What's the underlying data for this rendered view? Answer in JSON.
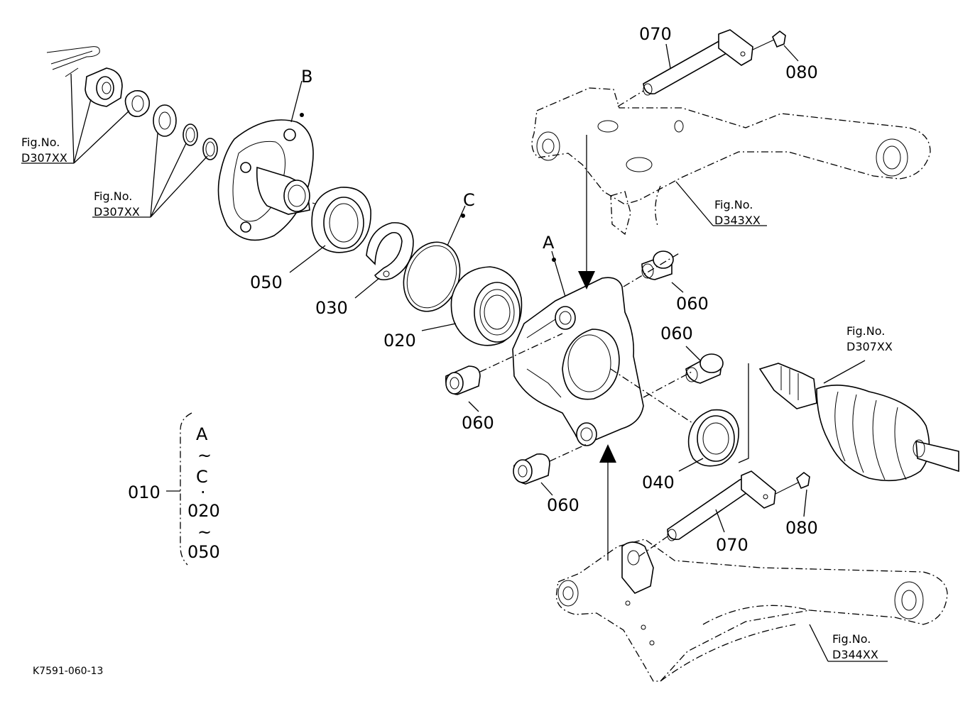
{
  "labels": {
    "p070_top": "070",
    "p080_top": "080",
    "p050": "050",
    "p030": "030",
    "p020": "020",
    "p060_a": "060",
    "p060_b": "060",
    "p060_c": "060",
    "p060_d": "060",
    "p040": "040",
    "p070_bottom": "070",
    "p080_bottom": "080",
    "callout_a": "A",
    "callout_b": "B",
    "callout_c": "C"
  },
  "figrefs": {
    "ref1_line1": "Fig.No.",
    "ref1_line2": "D307XX",
    "ref2_line1": "Fig.No.",
    "ref2_line2": "D307XX",
    "ref3_line1": "Fig.No.",
    "ref3_line2": "D343XX",
    "ref4_line1": "Fig.No.",
    "ref4_line2": "D307XX",
    "ref5_line1": "Fig.No.",
    "ref5_line2": "D344XX"
  },
  "assembly": {
    "code": "010",
    "line1": "A",
    "tilde1": "~",
    "line2": "C",
    "dot": "·",
    "line3": "020",
    "tilde2": "~",
    "line4": "050"
  },
  "document_id": "K7591-060-13"
}
